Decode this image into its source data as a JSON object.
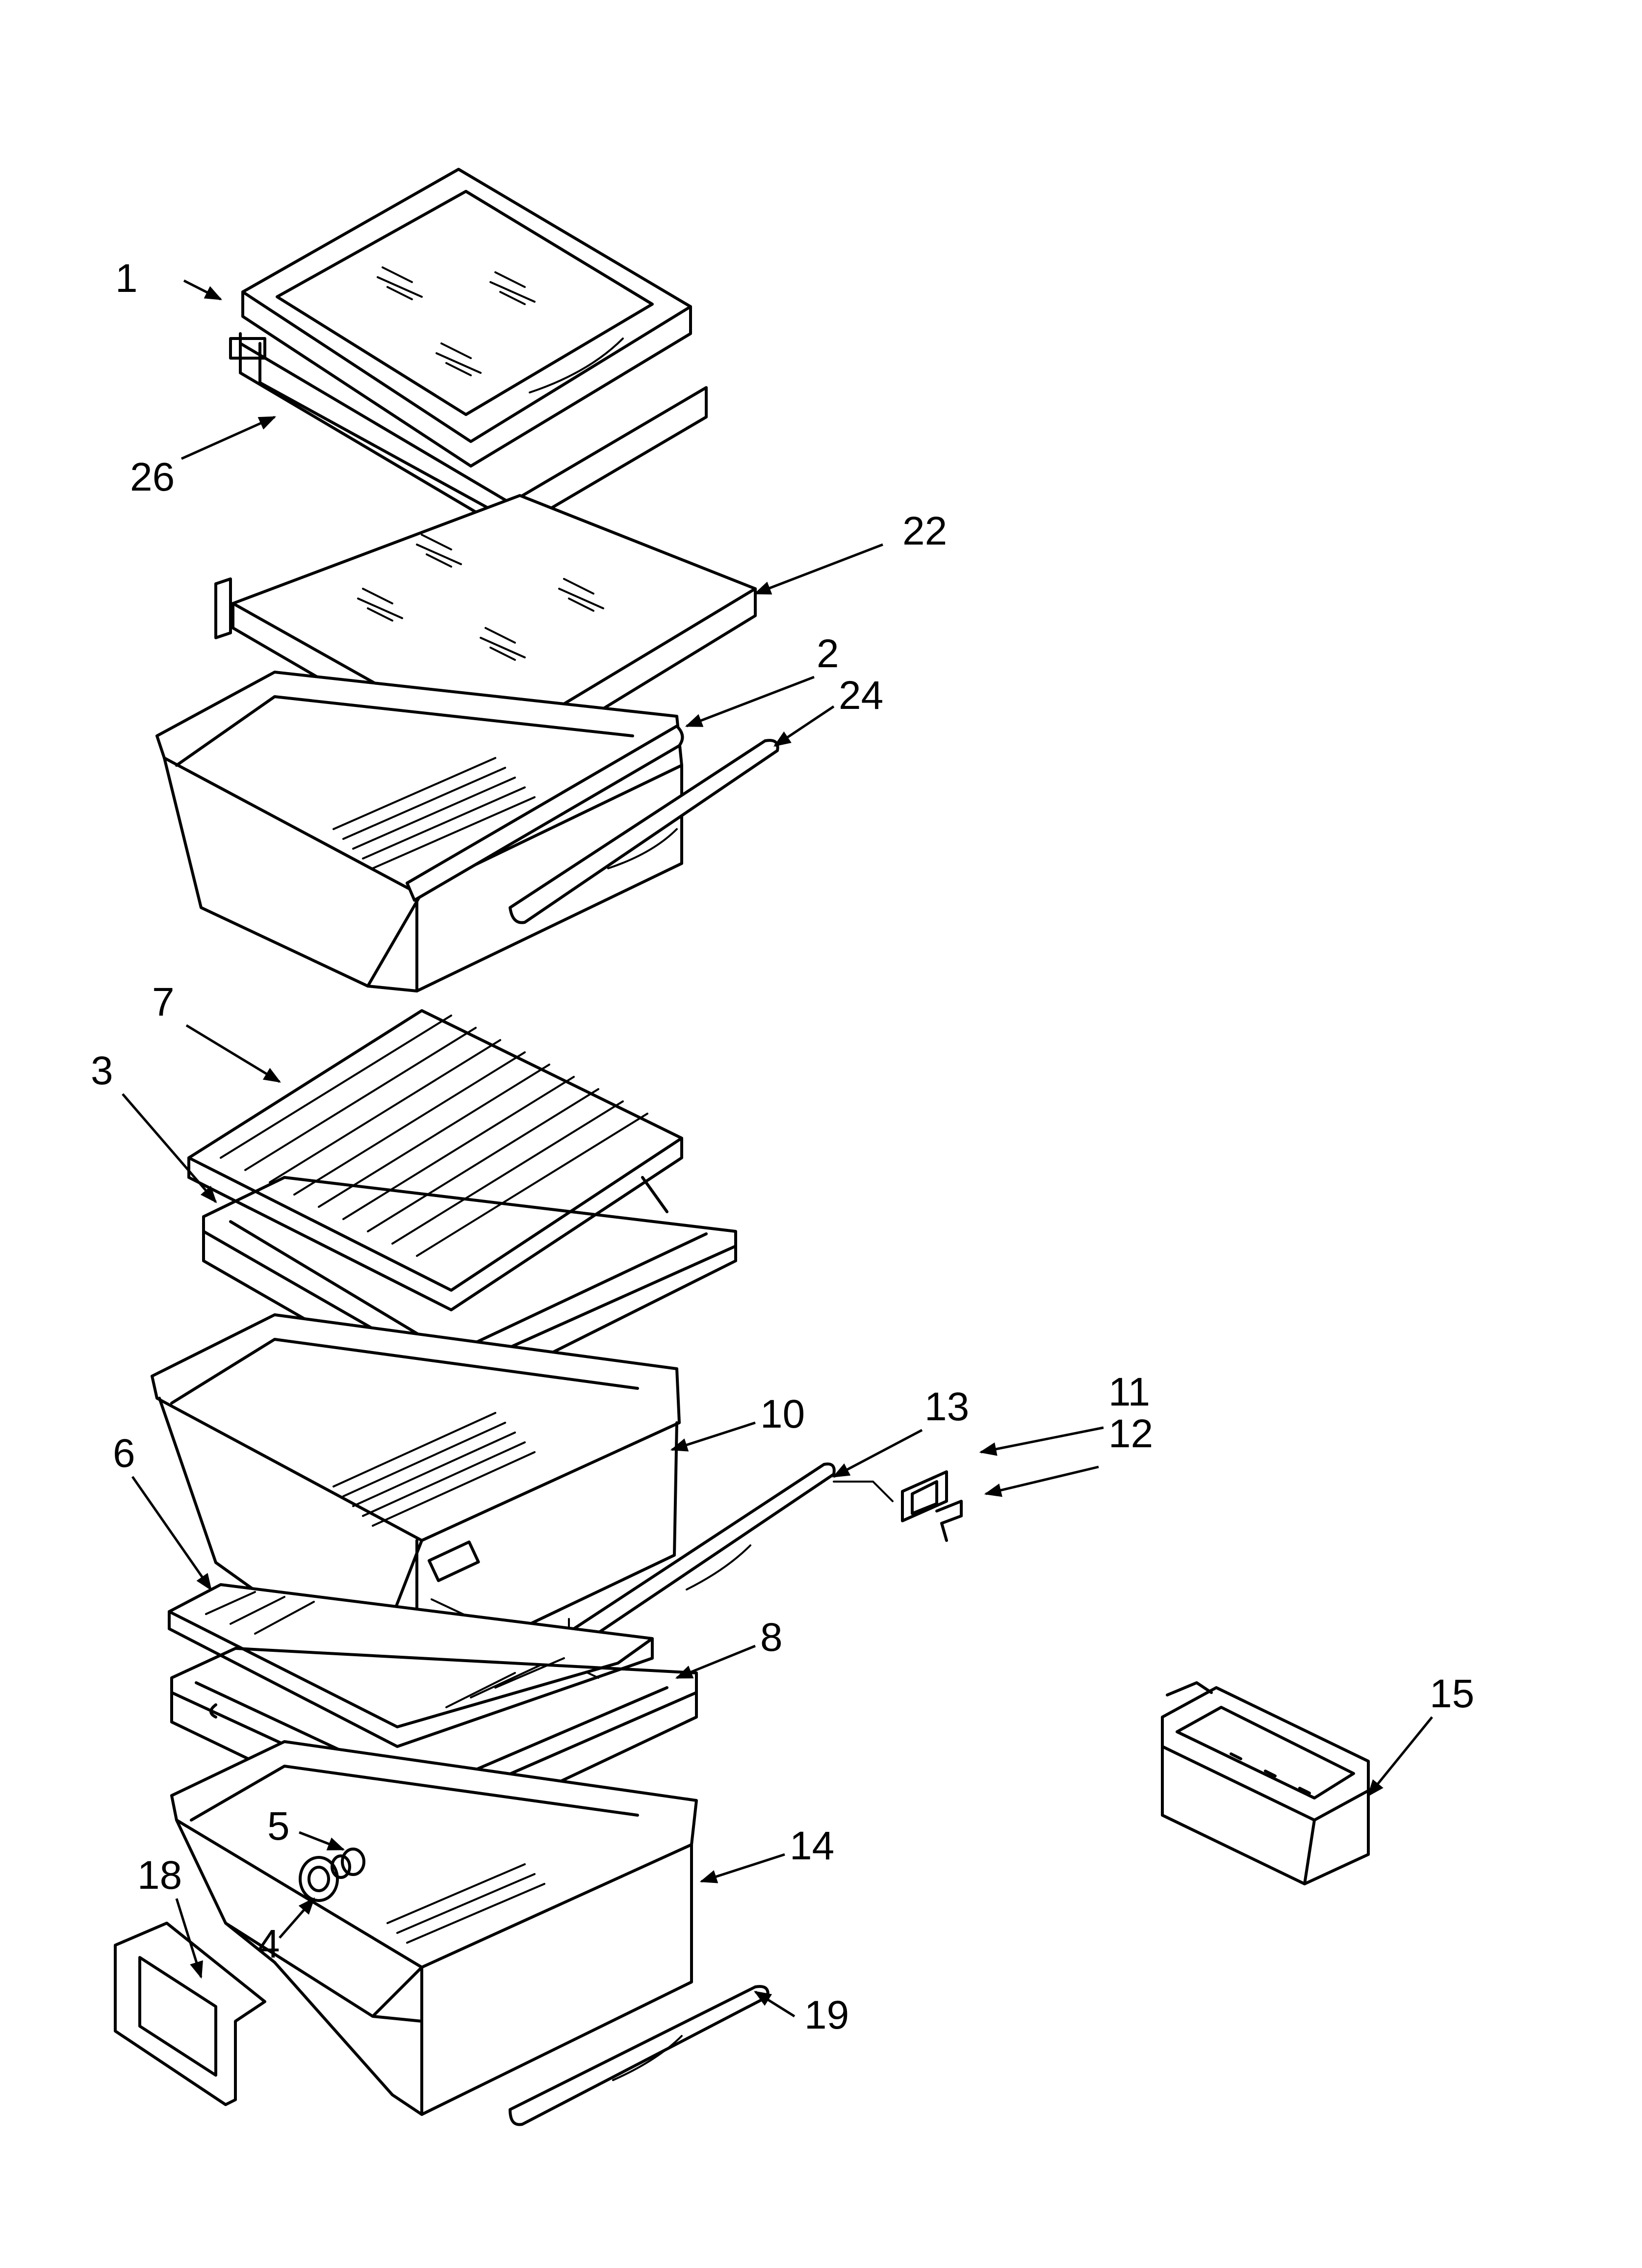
{
  "callouts": [
    {
      "id": "1",
      "label": "1"
    },
    {
      "id": "26",
      "label": "26"
    },
    {
      "id": "22",
      "label": "22"
    },
    {
      "id": "2",
      "label": "2"
    },
    {
      "id": "24",
      "label": "24"
    },
    {
      "id": "7",
      "label": "7"
    },
    {
      "id": "3",
      "label": "3"
    },
    {
      "id": "10",
      "label": "10"
    },
    {
      "id": "13",
      "label": "13"
    },
    {
      "id": "11",
      "label": "11"
    },
    {
      "id": "12",
      "label": "12"
    },
    {
      "id": "6",
      "label": "6"
    },
    {
      "id": "8",
      "label": "8"
    },
    {
      "id": "15",
      "label": "15"
    },
    {
      "id": "5",
      "label": "5"
    },
    {
      "id": "14",
      "label": "14"
    },
    {
      "id": "18",
      "label": "18"
    },
    {
      "id": "4",
      "label": "4"
    },
    {
      "id": "19",
      "label": "19"
    }
  ]
}
